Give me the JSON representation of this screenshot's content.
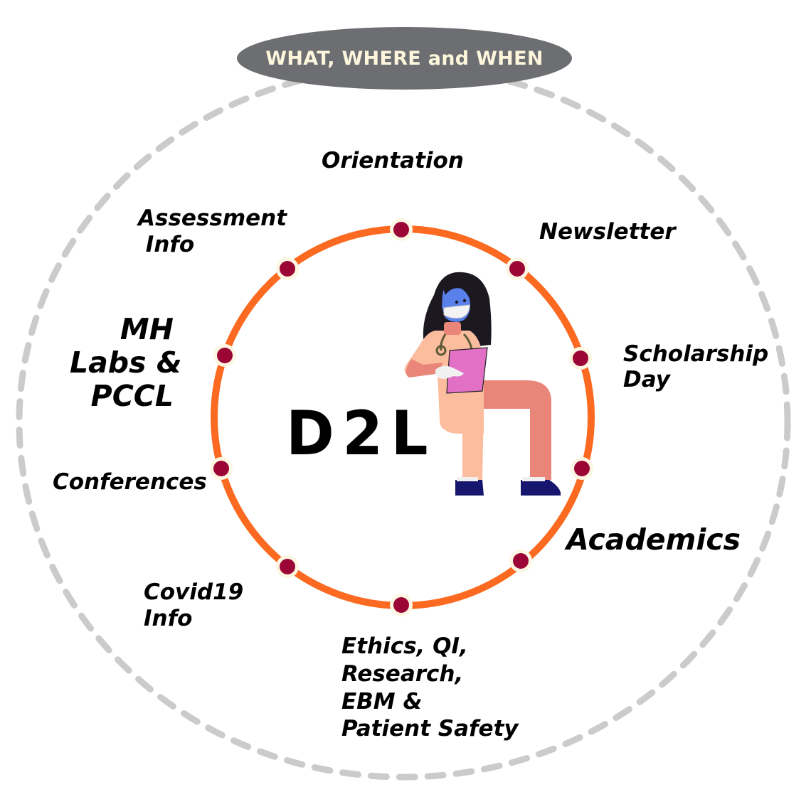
{
  "header": {
    "title": "WHAT, WHERE and WHEN"
  },
  "center": {
    "label": "D2L"
  },
  "topics": [
    {
      "id": "orientation",
      "label": "Orientation"
    },
    {
      "id": "newsletter",
      "label": "Newsletter"
    },
    {
      "id": "scholarship-day",
      "label": "Scholarship\nDay"
    },
    {
      "id": "academics",
      "label": "Academics"
    },
    {
      "id": "ethics",
      "label": "Ethics, QI,\nResearch,\nEBM &\nPatient Safety"
    },
    {
      "id": "covid19",
      "label": "Covid19\nInfo"
    },
    {
      "id": "conferences",
      "label": "Conferences"
    },
    {
      "id": "mh-labs",
      "label": "MH\nLabs &\nPCCL"
    },
    {
      "id": "assessment",
      "label": "Assessment\n Info"
    }
  ],
  "colors": {
    "ring": "#fb6a20",
    "node": "#9b0637",
    "node_halo": "#fdf6e2",
    "dashed_outline": "#cbcbcb",
    "pill": "#6d6e72",
    "pill_text": "#fdf6dc"
  },
  "illustration": {
    "icon": "nurse-with-clipboard-icon"
  }
}
